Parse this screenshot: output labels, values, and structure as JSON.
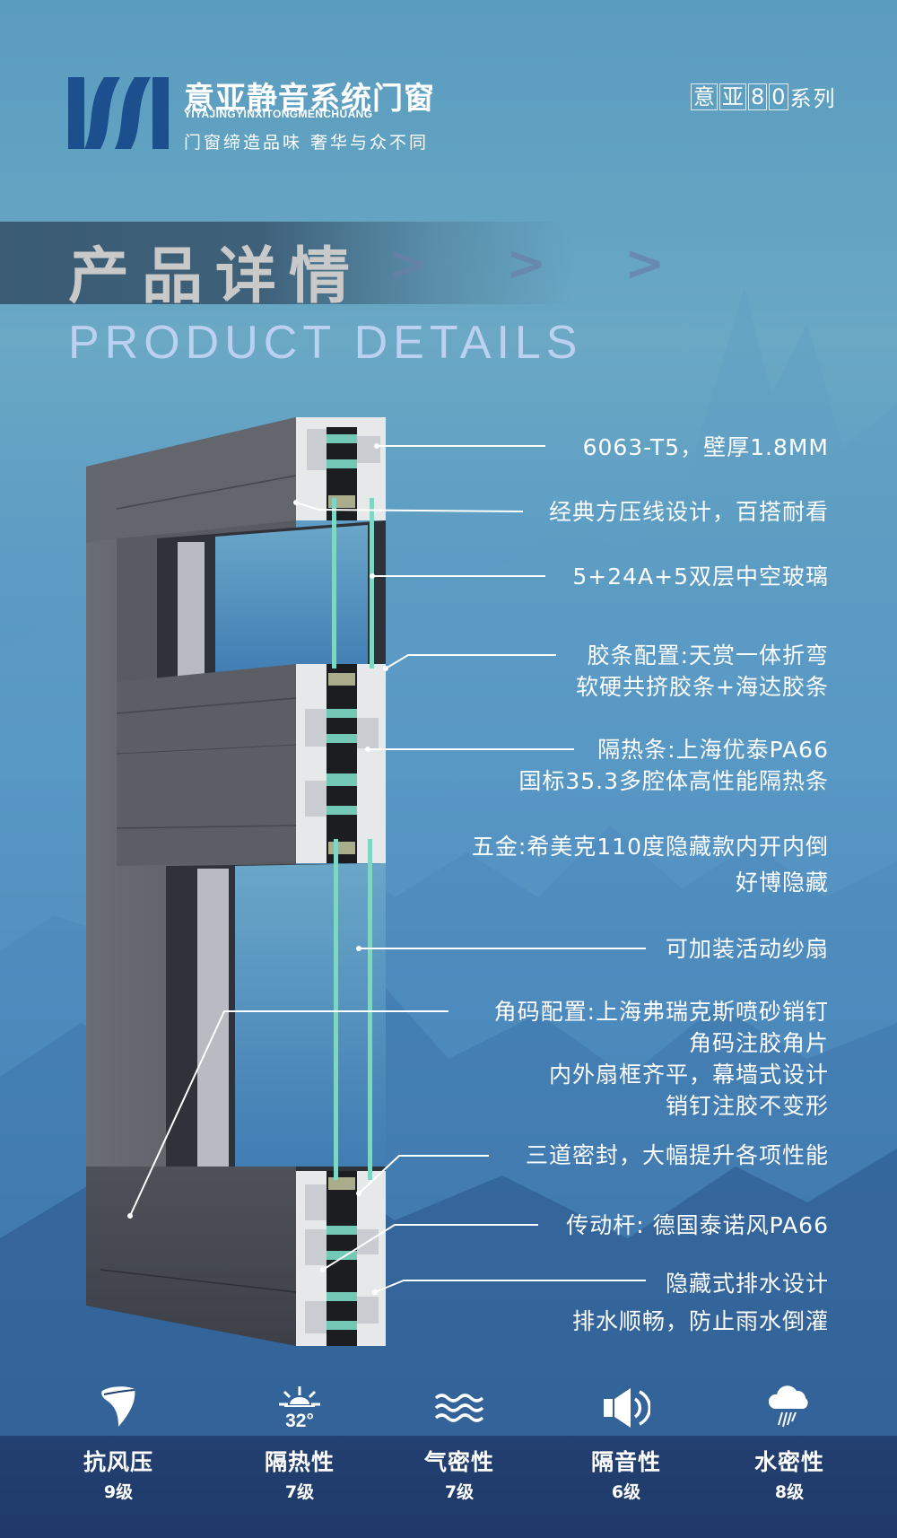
{
  "brand": {
    "name_cn": "意亚静音系统门窗",
    "name_pinyin": "YIYAJINGYINXITONGMENCHUANG",
    "slogan": "门窗缔造品味 奢华与众不同",
    "logo_icon": "yh-monogram-logo",
    "logo_color": "#1b4f8e"
  },
  "series": {
    "boxed_chars": [
      "意",
      "亚",
      "8",
      "0"
    ],
    "suffix": "系列"
  },
  "section": {
    "title_cn": "产品详情",
    "arrows": "> > >",
    "title_en": "PRODUCT DETAILS"
  },
  "callouts": [
    {
      "lines": [
        "6063-T5，壁厚1.8MM"
      ]
    },
    {
      "lines": [
        "经典方压线设计，百搭耐看"
      ]
    },
    {
      "lines": [
        "5+24A+5双层中空玻璃"
      ]
    },
    {
      "lines": [
        "胶条配置:天赏一体折弯",
        "软硬共挤胶条+海达胶条"
      ]
    },
    {
      "lines": [
        "隔热条:上海优泰PA66",
        "国标35.3多腔体高性能隔热条"
      ]
    },
    {
      "lines": [
        "五金:希美克110度隐藏款内开内倒",
        "好博隐藏"
      ]
    },
    {
      "lines": [
        "可加装活动纱扇"
      ]
    },
    {
      "lines": [
        "角码配置:上海弗瑞克斯喷砂销钉",
        "角码注胶角片",
        "内外扇框齐平，幕墙式设计",
        "销钉注胶不变形"
      ]
    },
    {
      "lines": [
        "三道密封，大幅提升各项性能"
      ]
    },
    {
      "lines": [
        "传动杆: 德国泰诺风PA66"
      ]
    },
    {
      "lines": [
        "隐藏式排水设计",
        "排水顺畅，防止雨水倒灌"
      ]
    }
  ],
  "features": [
    {
      "icon": "wind-tornado-icon",
      "name": "抗风压",
      "level": "9级"
    },
    {
      "icon": "sun-temperature-icon",
      "icon_text": "32°",
      "name": "隔热性",
      "level": "7级"
    },
    {
      "icon": "air-waves-icon",
      "name": "气密性",
      "level": "7级"
    },
    {
      "icon": "speaker-sound-icon",
      "name": "隔音性",
      "level": "6级"
    },
    {
      "icon": "rain-cloud-icon",
      "name": "水密性",
      "level": "8级"
    }
  ],
  "colors": {
    "frame_gray": "#5e6168",
    "glass_green": "#7fd6c4",
    "insulation_teal": "#5cc0b0",
    "background_top": "#5a9bc0",
    "background_bottom": "#1f3a6a"
  }
}
